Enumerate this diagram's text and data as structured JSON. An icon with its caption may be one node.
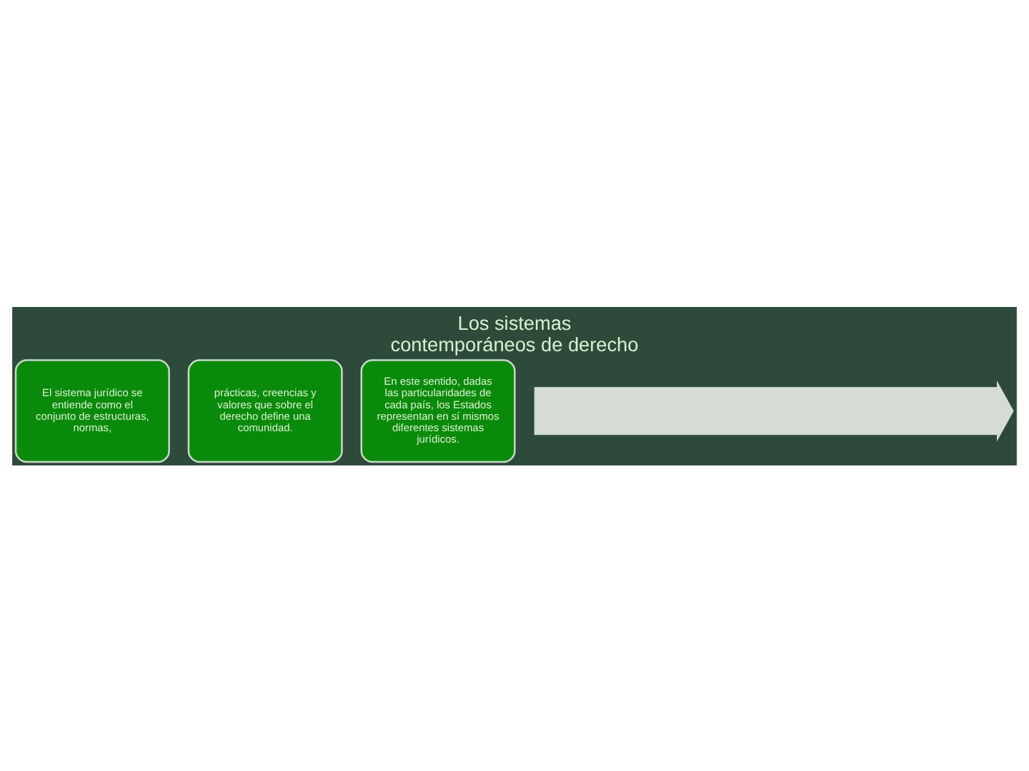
{
  "diagram": {
    "title": "Los sistemas contemporáneos de derecho",
    "nodes": [
      {
        "text": [
          "El sistema jurídico se entiende como el conjunto de estructuras, normas,"
        ]
      },
      {
        "text": [
          "prácticas, creencias y valores que sobre el derecho define una comunidad."
        ]
      },
      {
        "text": [
          "En este sentido, dadas las particularidades de cada país, los Estados representan en sí mismos diferentes sistemas jurídicos."
        ]
      },
      {
        "text": [],
        "shape": "arrow"
      }
    ],
    "edges": []
  }
}
